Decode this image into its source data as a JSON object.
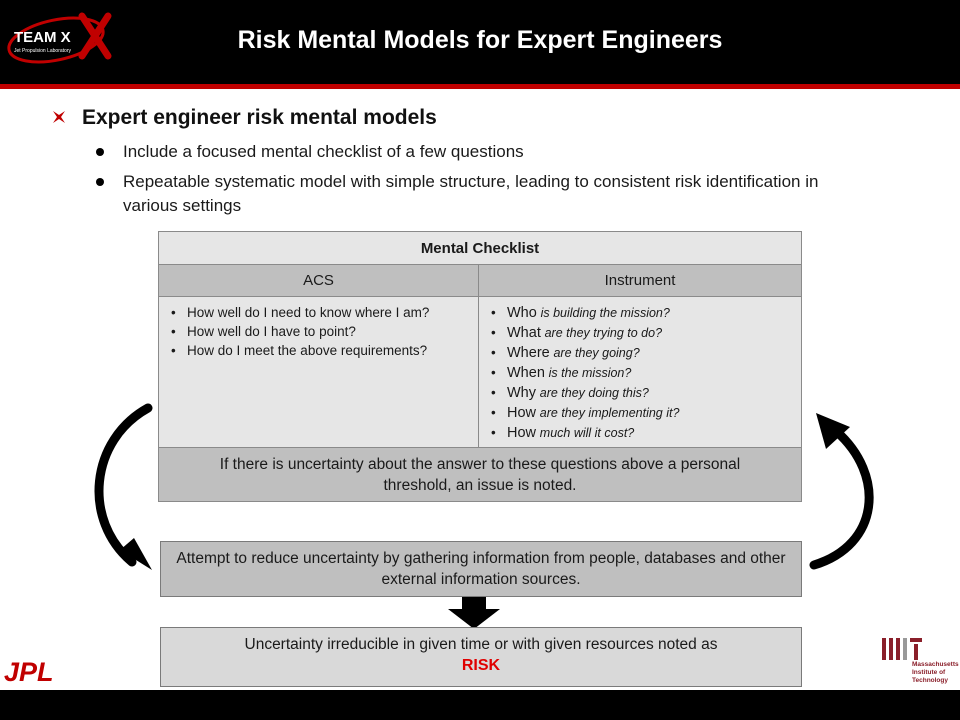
{
  "header": {
    "title": "Risk Mental Models for Expert Engineers",
    "logo_text": "TEAM X",
    "logo_subtitle": "Jet Propulsion Laboratory"
  },
  "bullets": {
    "main": "Expert engineer risk mental models",
    "sub": [
      "Include a focused mental checklist of a few questions",
      "Repeatable systematic model with simple structure, leading to consistent risk identification in various settings"
    ]
  },
  "checklist": {
    "title": "Mental Checklist",
    "columns": [
      "ACS",
      "Instrument"
    ],
    "acs_items": [
      "How well do I need to know where I am?",
      "How well do I have to point?",
      "How do I meet the above requirements?"
    ],
    "instrument_items": [
      {
        "kw": "Who",
        "rest": "is building the mission?"
      },
      {
        "kw": "What",
        "rest": "are they trying to do?"
      },
      {
        "kw": "Where",
        "rest": "are they going?"
      },
      {
        "kw": "When",
        "rest": "is the mission?"
      },
      {
        "kw": "Why",
        "rest": "are they doing this?"
      },
      {
        "kw": "How",
        "rest": "are they implementing it?"
      },
      {
        "kw": "How",
        "rest": "much will it cost?"
      }
    ],
    "note": "If there is uncertainty about the answer to these questions above a personal threshold, an issue is noted."
  },
  "flow": {
    "reduce": "Attempt to reduce uncertainty by gathering information from people, databases and other external information sources.",
    "irreducible": "Uncertainty irreducible in given time or with given resources noted as",
    "risk": "RISK"
  },
  "footer": {
    "jpl_logo": "JPL",
    "mit_logo": "MIT",
    "mit_lines": [
      "Massachusetts",
      "Institute of",
      "Technology"
    ]
  },
  "colors": {
    "header_bg": "#000000",
    "accent_red": "#c00000",
    "risk_red": "#e00000",
    "cell_light": "#e6e6e6",
    "cell_dark": "#bfbfbf"
  }
}
